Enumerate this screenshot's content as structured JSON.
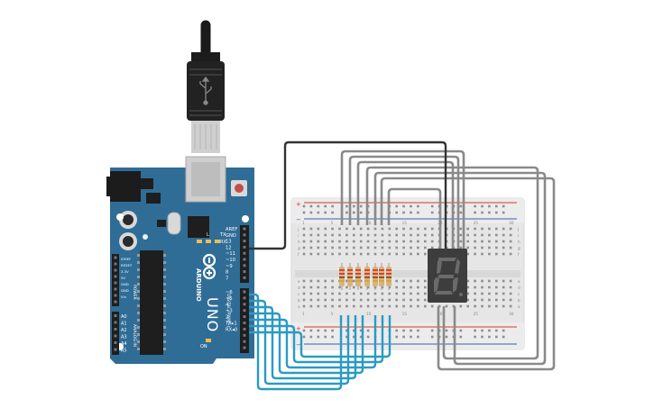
{
  "board": {
    "brand": "ARDUINO",
    "model": "UNO",
    "power_header_label": "POWER",
    "analog_header_label": "ANALOG IN",
    "digital_header_label": "DIGITAL (PWM~)",
    "tx_label": "TX",
    "rx_label": "RX",
    "l_label": "L",
    "on_label": "ON",
    "power_pins": [
      "IOREF",
      "RESET",
      "3.3V",
      "5V",
      "GND",
      "GND",
      "Vin"
    ],
    "analog_pins": [
      "A0",
      "A1",
      "A2",
      "A3",
      "A4",
      "A5"
    ],
    "digital_pins": [
      "AREF",
      "GND",
      "13",
      "12",
      "~11",
      "~10",
      "~9",
      "8",
      "7",
      "~6",
      "~5",
      "4",
      "~3",
      "2",
      "TX▸1",
      "RX◂0"
    ]
  },
  "breadboard": {
    "row_letters_top": [
      "j",
      "i",
      "h",
      "g",
      "f"
    ],
    "row_letters_bottom": [
      "e",
      "d",
      "c",
      "b",
      "a"
    ],
    "column_numbers": [
      "1",
      "5",
      "10",
      "15",
      "20",
      "25",
      "30"
    ],
    "rail_plus": "+",
    "rail_minus": "−"
  },
  "colors": {
    "board_blue": "#2f6d96",
    "wire_blue": "#2b9ac4",
    "wire_gray": "#8a8a8a",
    "wire_black": "#333333",
    "rail_red": "#d23a2a",
    "rail_blue": "#3a5fb0",
    "resistor_body": "#d9b378",
    "display_body": "#3d3d3d",
    "segment_off": "#6b6b6b"
  },
  "display": {
    "segments_on": [],
    "decimal_point": false
  }
}
